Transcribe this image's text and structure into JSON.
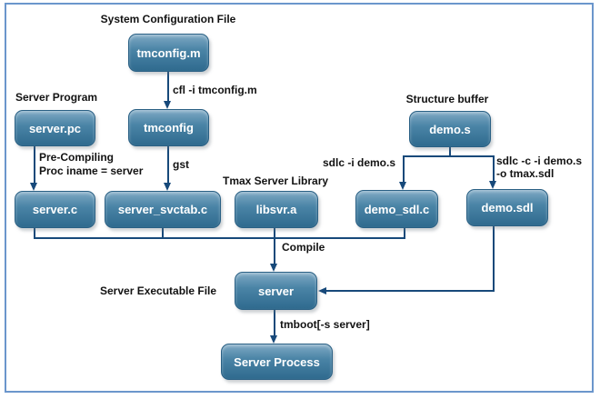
{
  "colors": {
    "frame_border": "#6b96cc",
    "line": "#17497a",
    "node_border": "#2a6084",
    "node_top": "#7fa9c4",
    "node_mid": "#4a84a6",
    "node_bottom": "#2f6a8e",
    "node_text": "#ffffff",
    "label_text": "#121212"
  },
  "nodes": [
    {
      "id": "tmconfig-m",
      "label": "tmconfig.m"
    },
    {
      "id": "server-pc",
      "label": "server.pc"
    },
    {
      "id": "tmconfig",
      "label": "tmconfig"
    },
    {
      "id": "demo-s",
      "label": "demo.s"
    },
    {
      "id": "server-c",
      "label": "server.c"
    },
    {
      "id": "server-svctab-c",
      "label": "server_svctab.c"
    },
    {
      "id": "libsvr-a",
      "label": "libsvr.a"
    },
    {
      "id": "demo-sdl-c",
      "label": "demo_sdl.c"
    },
    {
      "id": "demo-sdl",
      "label": "demo.sdl"
    },
    {
      "id": "server",
      "label": "server"
    },
    {
      "id": "server-process",
      "label": "Server Process"
    }
  ],
  "section_labels": [
    {
      "id": "system-configuration-file",
      "text": "System Configuration File"
    },
    {
      "id": "server-program",
      "text": "Server Program"
    },
    {
      "id": "structure-buffer",
      "text": "Structure buffer"
    },
    {
      "id": "tmax-server-library",
      "text": "Tmax Server Library"
    },
    {
      "id": "server-executable-file",
      "text": "Server Executable File"
    }
  ],
  "edge_labels": [
    {
      "id": "cfl",
      "text": "cfl -i tmconfig.m"
    },
    {
      "id": "pre-compiling",
      "text": "Pre-Compiling"
    },
    {
      "id": "proc-iname",
      "text": "Proc iname = server"
    },
    {
      "id": "gst",
      "text": "gst"
    },
    {
      "id": "sdlc-i",
      "text": "sdlc -i demo.s"
    },
    {
      "id": "sdlc-c-i",
      "text": "sdlc -c -i demo.s"
    },
    {
      "id": "o-tmax-sdl",
      "text": "-o tmax.sdl"
    },
    {
      "id": "compile",
      "text": "Compile"
    },
    {
      "id": "tmboot",
      "text": "tmboot[-s server]"
    }
  ]
}
